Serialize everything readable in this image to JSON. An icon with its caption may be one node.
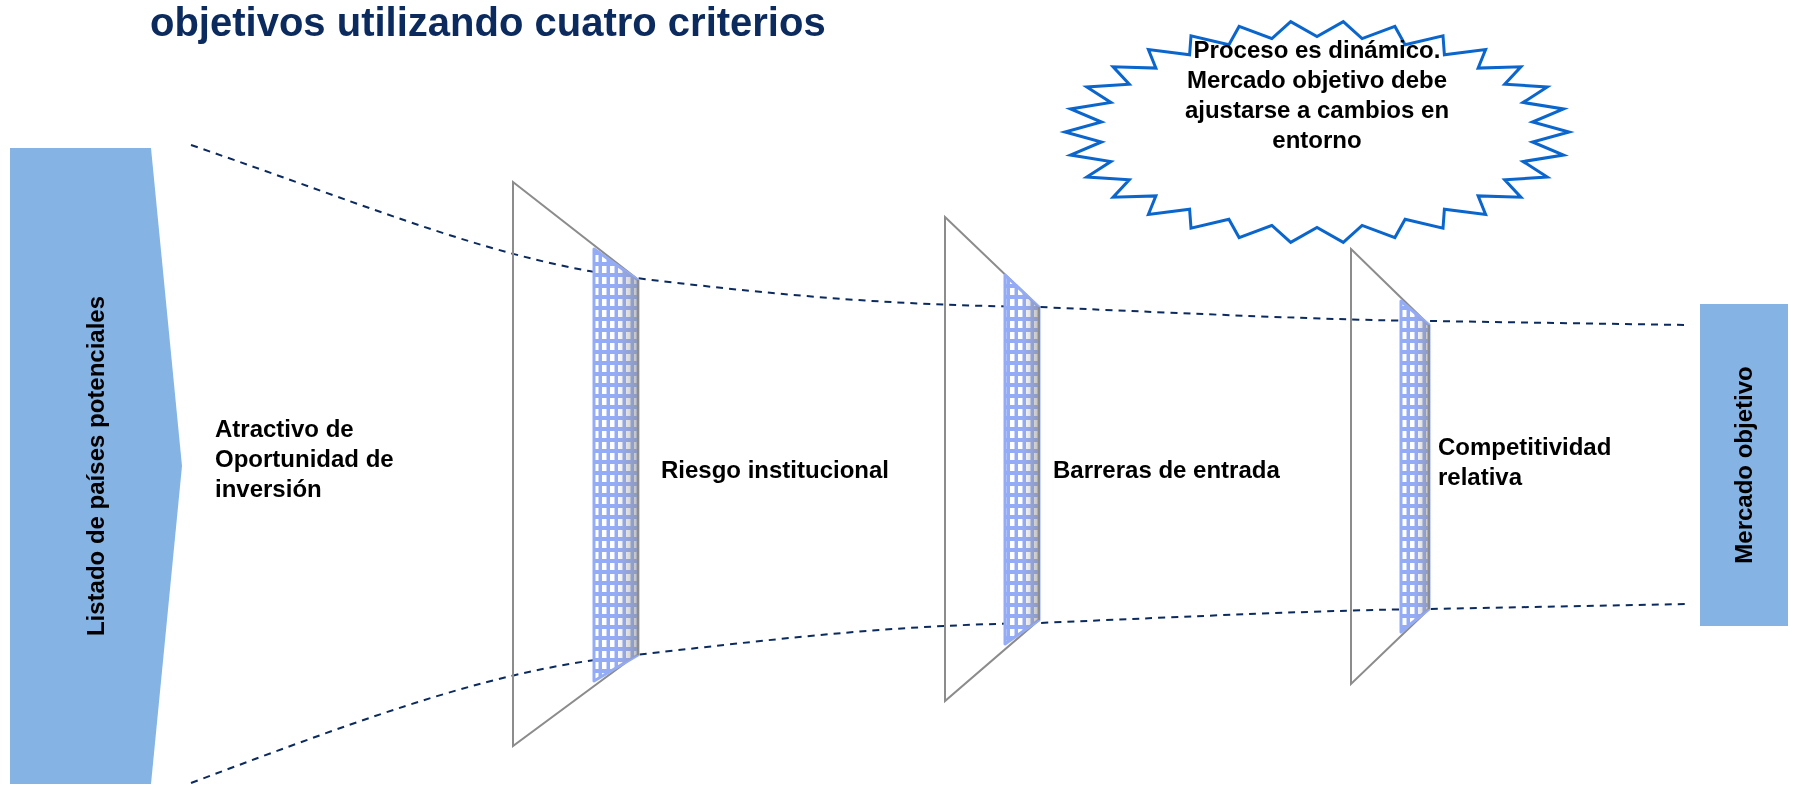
{
  "diagram": {
    "title": "objetivos utilizando cuatro criterios",
    "nodes": [
      {
        "text": [
          "Listado de países potenciales"
        ]
      },
      {
        "text": [
          "Proceso es dinámico. Mercado objetivo debe ajustarse a cambios en entorno"
        ]
      },
      {
        "text": [
          "Mercado objetivo"
        ]
      }
    ],
    "labels": [
      "Atractivo de Oportunidad de inversión",
      "Riesgo institucional",
      "Barreras de entrada",
      "Competitividad relativa"
    ]
  }
}
